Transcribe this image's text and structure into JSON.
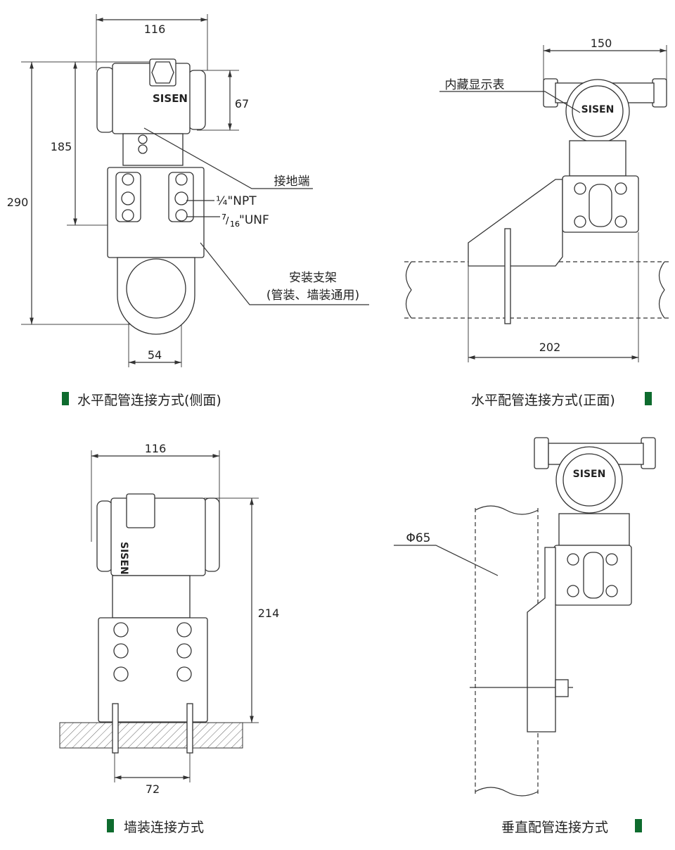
{
  "brand": "SISEN",
  "accent_color": "#0e6b2e",
  "side_view": {
    "dims": {
      "width": "116",
      "total_height": "290",
      "mid_height": "185",
      "housing_height": "67",
      "bracket_width": "54"
    },
    "labels": {
      "ground": "接地端",
      "npt": "¼\"NPT",
      "unf_num": "7",
      "unf_den": "16",
      "unf_tail": "\"UNF",
      "bracket": "安装支架",
      "bracket_note": "(管装、墙装通用)"
    },
    "caption": "水平配管连接方式(侧面)"
  },
  "front_view": {
    "dims": {
      "width": "150",
      "bracket_span": "202"
    },
    "labels": {
      "display": "内藏显示表"
    },
    "caption": "水平配管连接方式(正面)"
  },
  "wall_view": {
    "dims": {
      "width": "116",
      "height": "214",
      "bolt_span": "72"
    },
    "caption": "墙装连接方式"
  },
  "vertical_view": {
    "labels": {
      "pipe_diameter": "Φ65"
    },
    "caption": "垂直配管连接方式"
  }
}
